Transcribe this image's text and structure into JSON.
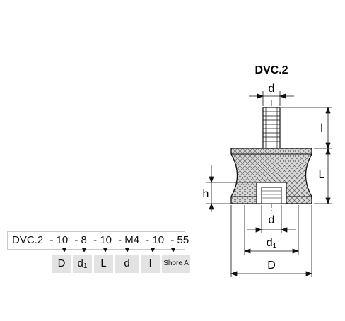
{
  "title": "DVC.2",
  "dimension_labels": {
    "d_top": "d",
    "l": "l",
    "L": "L",
    "h": "h",
    "d_bottom": "d",
    "d1": "d1",
    "D": "D"
  },
  "order_code": {
    "parts": [
      "DVC.2",
      "- 10",
      "- 8",
      "- 10",
      "- M4",
      "- 10",
      "- 55"
    ]
  },
  "legend": [
    "D",
    "d1",
    "L",
    "d",
    "l",
    "Shore A"
  ],
  "colors": {
    "line": "#111111",
    "rubber_fill": "#d9d9d9",
    "legend_bg": "#e3e3e3",
    "box_border": "#c9c9c9"
  }
}
